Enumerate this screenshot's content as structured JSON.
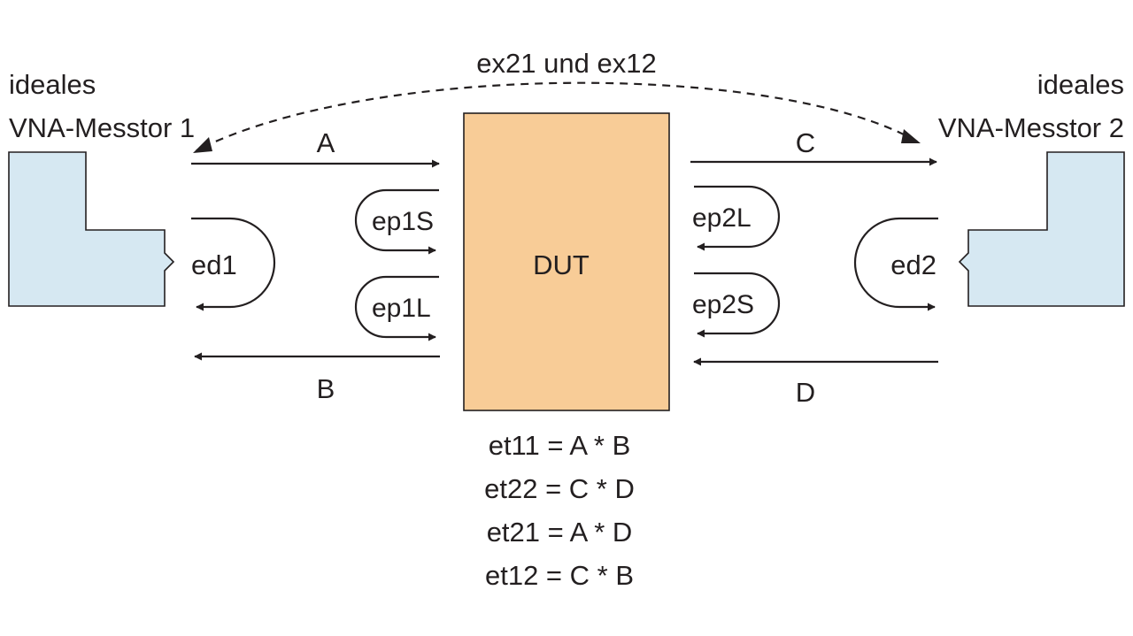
{
  "port1": {
    "line1": "ideales",
    "line2": "VNA-Messtor 1"
  },
  "port2": {
    "line1": "ideales",
    "line2": "VNA-Messtor 2"
  },
  "crosstalk_label": "ex21 und ex12",
  "dut_label": "DUT",
  "paths": {
    "a": "A",
    "b": "B",
    "c": "C",
    "d": "D"
  },
  "loops": {
    "ed1": "ed1",
    "ed2": "ed2",
    "ep1s": "ep1S",
    "ep1l": "ep1L",
    "ep2l": "ep2L",
    "ep2s": "ep2S"
  },
  "equations": [
    "et11 = A * B",
    "et22 = C * D",
    "et21 = A * D",
    "et12 = C * B"
  ],
  "colors": {
    "port": "#d6e8f2",
    "dut": "#f8cc97",
    "ink": "#231f20"
  }
}
